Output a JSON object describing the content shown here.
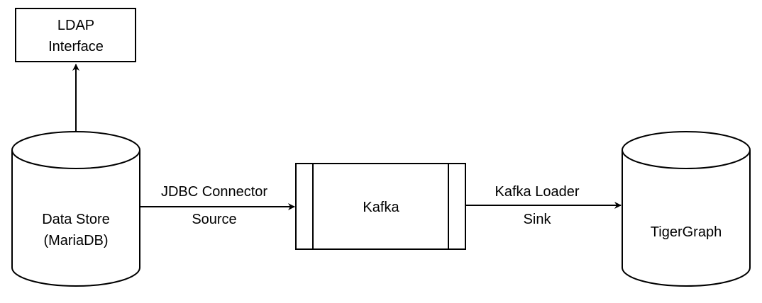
{
  "diagram": {
    "stroke_color": "#000000",
    "fill_color": "#ffffff",
    "nodes": {
      "ldap": {
        "line1": "LDAP",
        "line2": "Interface"
      },
      "datastore": {
        "line1": "Data Store",
        "line2": "(MariaDB)"
      },
      "kafka": {
        "label": "Kafka"
      },
      "tigergraph": {
        "label": "TigerGraph"
      }
    },
    "edges": {
      "jdbc": {
        "label_top": "JDBC Connector",
        "label_bottom": "Source"
      },
      "loader": {
        "label_top": "Kafka Loader",
        "label_bottom": "Sink"
      }
    }
  }
}
